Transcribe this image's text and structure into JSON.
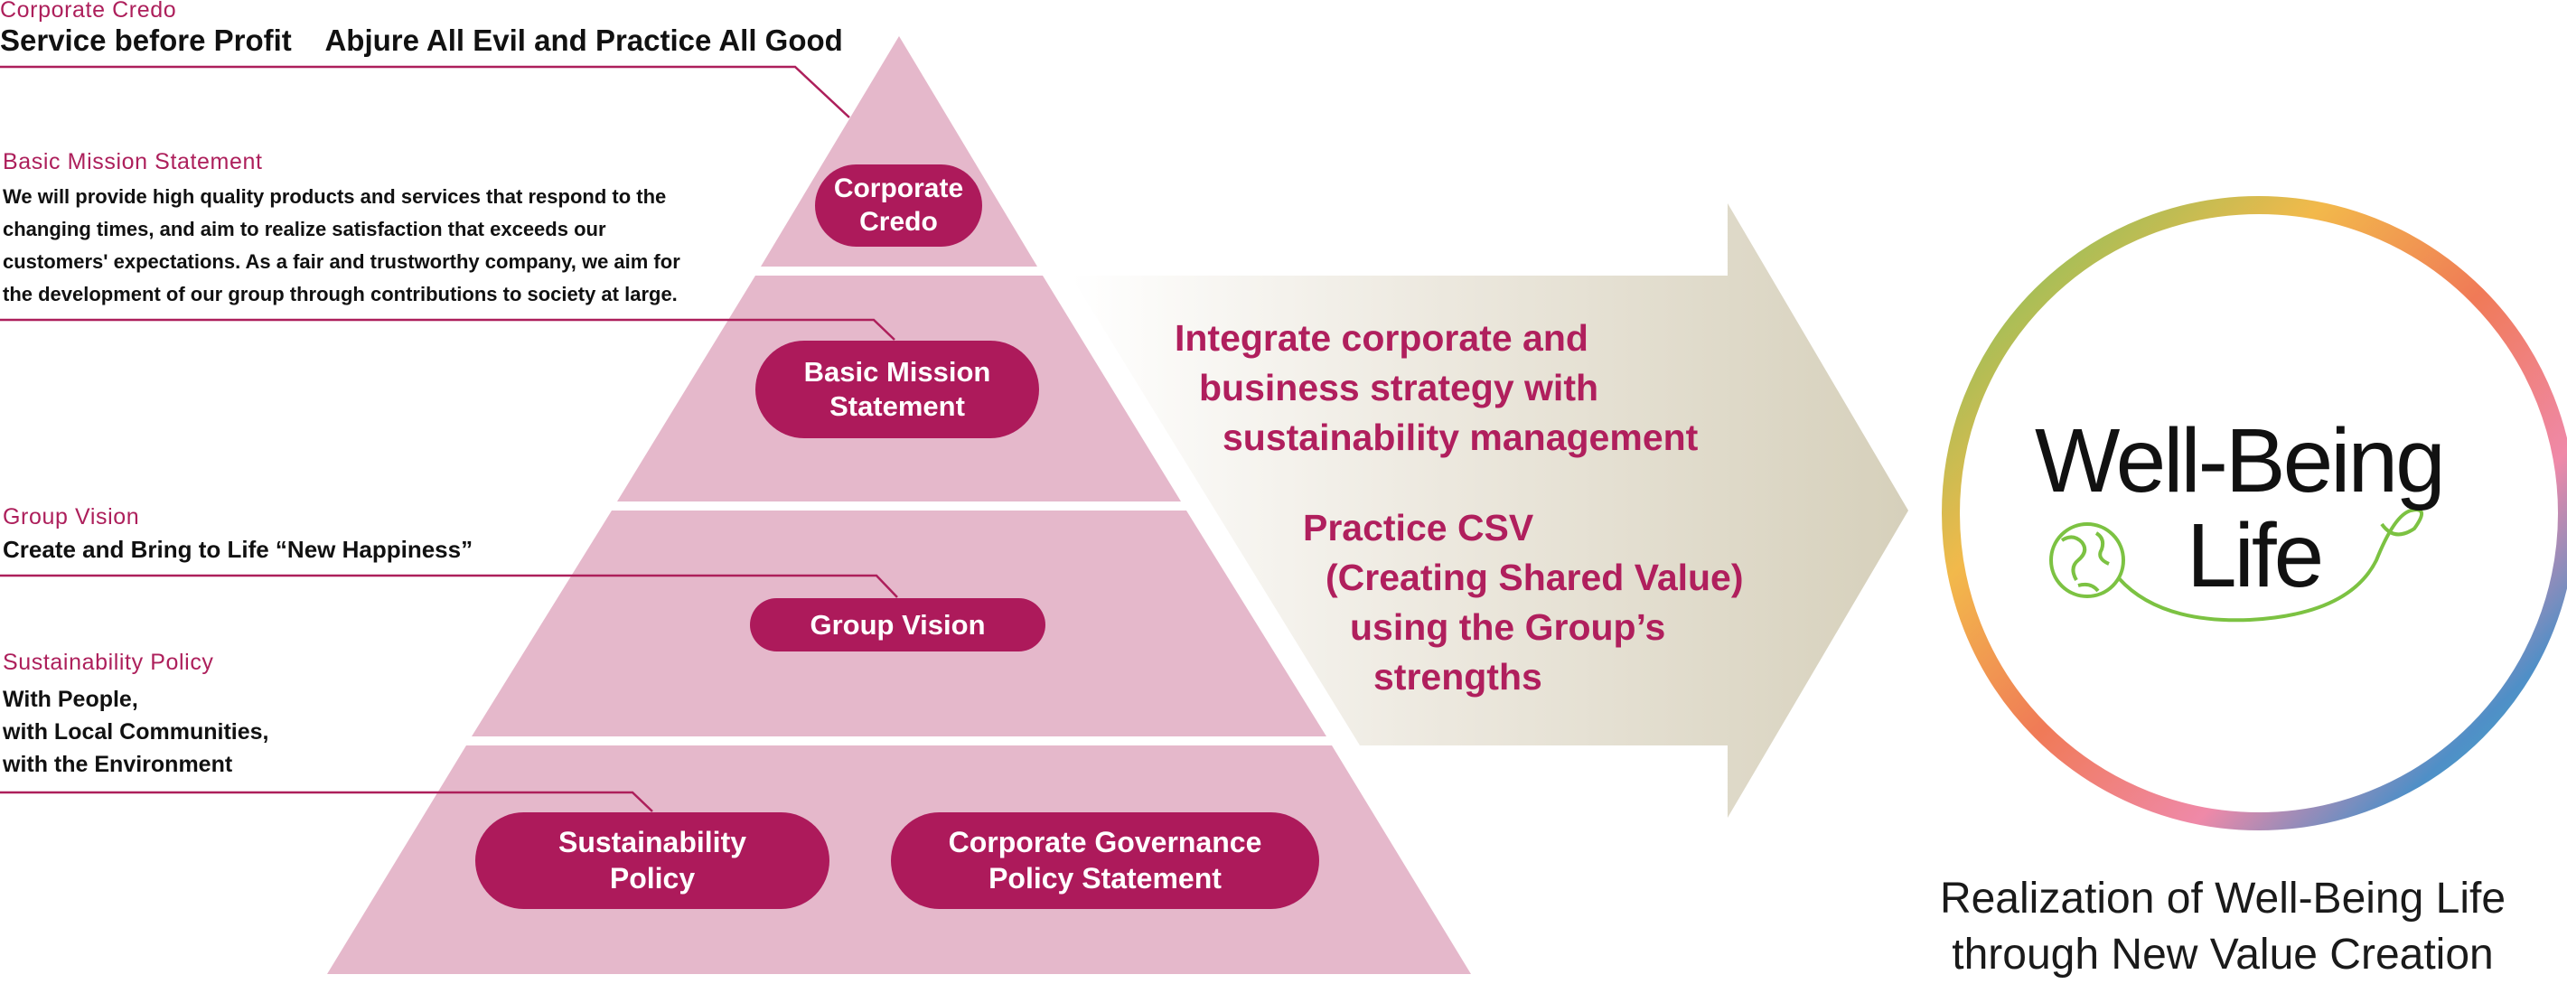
{
  "credo": {
    "label": "Corporate Credo",
    "text": "Service before Profit    Abjure All Evil and Practice All Good"
  },
  "mission": {
    "label": "Basic Mission Statement",
    "lines": [
      "We will provide high quality products and services that respond to the",
      "changing times, and aim to realize satisfaction that exceeds our",
      "customers' expectations. As a fair and trustworthy company, we aim for",
      "the development of our group through contributions to society at large."
    ]
  },
  "vision": {
    "label": "Group Vision",
    "text": "Create and Bring to Life “New Happiness”"
  },
  "sustainability": {
    "label": "Sustainability Policy",
    "lines": [
      "With People,",
      "with Local Communities,",
      "with the Environment"
    ]
  },
  "pyramid": {
    "credo_pill": "Corporate\nCredo",
    "mission_pill": "Basic Mission\nStatement",
    "vision_pill": "Group Vision",
    "sustainability_pill": "Sustainability\nPolicy",
    "governance_pill": "Corporate Governance\nPolicy Statement"
  },
  "arrow": {
    "integrate_lines": [
      "Integrate corporate and",
      "business strategy with",
      "sustainability management"
    ],
    "csv_lines": [
      "Practice CSV",
      "(Creating Shared Value)",
      "using the Group’s",
      "strengths"
    ]
  },
  "logo": {
    "line1": "Well-Being",
    "line2": "Life"
  },
  "caption": {
    "lines": [
      "Realization of Well-Being Life",
      "through New Value Creation"
    ]
  },
  "colors": {
    "accent": "#ad1a5b",
    "pyramid_fill": "#e5b8cb",
    "arrow_tip": "#dbd6c3"
  }
}
